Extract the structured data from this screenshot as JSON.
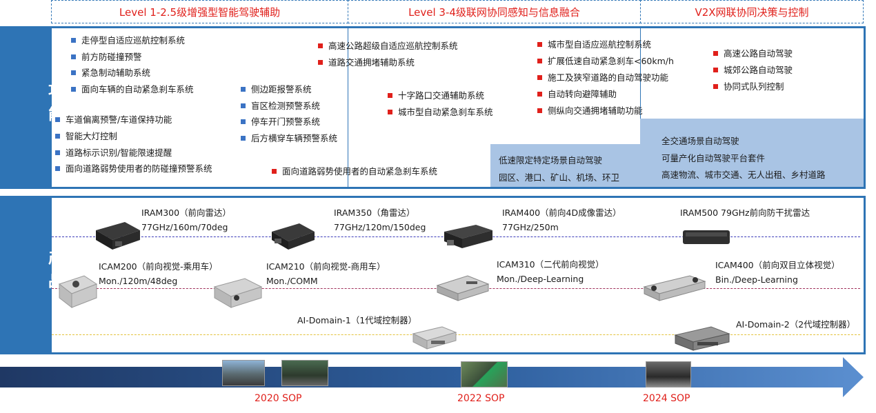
{
  "levels": [
    {
      "label": "Level 1-2.5级增强型智能驾驶辅助"
    },
    {
      "label": "Level 3-4级联网协同感知与信息融合"
    },
    {
      "label": "V2X网联协同决策与控制"
    }
  ],
  "sections": {
    "function_label": "功能",
    "product_label": "产品"
  },
  "functions": {
    "col1_blue": [
      "走停型自适应巡航控制系统",
      "前方防碰撞预警",
      "紧急制动辅助系统",
      "面向车辆的自动紧急刹车系统"
    ],
    "col1b_blue": [
      "车道偏离预警/车道保持功能",
      "智能大灯控制",
      "道路标示识别/智能限速提醒",
      "面向道路弱势使用者的防碰撞预警系统"
    ],
    "col2_blue": [
      "侧边距报警系统",
      "盲区检测预警系统",
      "停车开门预警系统",
      "后方横穿车辆预警系统"
    ],
    "col2_red": [
      "面向道路弱势使用者的自动紧急刹车系统"
    ],
    "col3_red_top": [
      "高速公路超级自适应巡航控制系统",
      "道路交通拥堵辅助系统"
    ],
    "col3_red_mid": [
      "十字路口交通辅助系统",
      "城市型自动紧急刹车系统"
    ],
    "col4_red": [
      "城市型自适应巡航控制系统",
      "扩展低速自动紧急刹车<60km/h",
      "施工及狭窄道路的自动驾驶功能",
      "自动转向避障辅助",
      "侧纵向交通拥堵辅助功能"
    ],
    "col5_red": [
      "高速公路自动驾驶",
      "城郊公路自动驾驶",
      "协同式队列控制"
    ],
    "lowspeed_box": [
      "低速限定特定场景自动驾驶",
      "园区、港口、矿山、机场、环卫"
    ],
    "full_box": [
      "全交通场景自动驾驶",
      "可量产化自动驾驶平台套件",
      "高速物流、城市交通、无人出租、乡村道路"
    ]
  },
  "products": [
    {
      "name": "IRAM300（前向雷达）",
      "spec": "77GHz/160m/70deg"
    },
    {
      "name": "IRAM350（角雷达）",
      "spec": "77GHz/120m/150deg"
    },
    {
      "name": "IRAM400（前向4D成像雷达）",
      "spec": "77GHz/250m"
    },
    {
      "name": "IRAM500 79GHz前向防干扰雷达",
      "spec": ""
    },
    {
      "name": "ICAM200（前向视觉-乘用车）",
      "spec": "Mon./120m/48deg"
    },
    {
      "name": "ICAM210（前向视觉-商用车）",
      "spec": "Mon./COMM"
    },
    {
      "name": "ICAM310（二代前向视觉）",
      "spec": "Mon./Deep-Learning"
    },
    {
      "name": "ICAM400（前向双目立体视觉）",
      "spec": "Bin./Deep-Learning"
    },
    {
      "name": "AI-Domain-1（1代域控制器）",
      "spec": ""
    },
    {
      "name": "AI-Domain-2（2代域控制器）",
      "spec": ""
    }
  ],
  "timeline": {
    "sop": [
      "2020 SOP",
      "2022 SOP",
      "2024 SOP"
    ]
  },
  "colors": {
    "band_blue": "#2e74b5",
    "red": "#e0201b",
    "light_box": "#a9c4e4",
    "arrow_dark": "#1f3864"
  }
}
